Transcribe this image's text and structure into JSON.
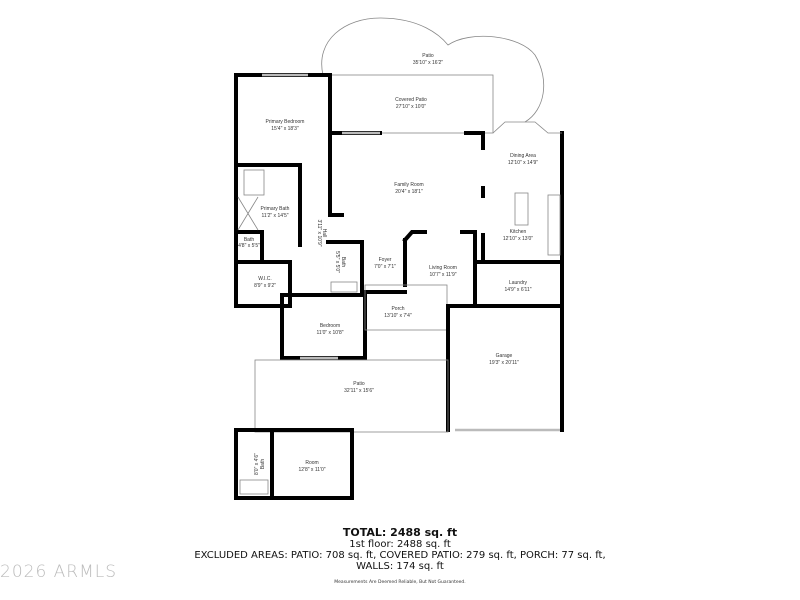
{
  "rooms": {
    "patio_top": {
      "name": "Patio",
      "dims": "35'10\" x 16'2\""
    },
    "covered_patio": {
      "name": "Covered Patio",
      "dims": "27'10\" x 10'0\""
    },
    "primary_bedroom": {
      "name": "Primary Bedroom",
      "dims": "15'4\" x 18'3\""
    },
    "family_room": {
      "name": "Family Room",
      "dims": "20'4\" x 18'1\""
    },
    "dining_area": {
      "name": "Dining Area",
      "dims": "12'10\" x 14'9\""
    },
    "kitchen": {
      "name": "Kitchen",
      "dims": "12'10\" x 13'0\""
    },
    "primary_bath": {
      "name": "Primary Bath",
      "dims": "11'2\" x 14'5\""
    },
    "bath_small": {
      "name": "Bath",
      "dims": "4'8\" x 5'5\""
    },
    "hall": {
      "name": "Hall",
      "dims": "3'11\" x 10'9\""
    },
    "bath_hall": {
      "name": "Bath",
      "dims": "5'5\" x 5'0\""
    },
    "wic": {
      "name": "W.I.C.",
      "dims": "8'9\" x 9'2\""
    },
    "foyer": {
      "name": "Foyer",
      "dims": "7'0\" x 7'1\""
    },
    "living_room": {
      "name": "Living Room",
      "dims": "10'7\" x 11'9\""
    },
    "laundry": {
      "name": "Laundry",
      "dims": "14'9\" x 6'11\""
    },
    "porch": {
      "name": "Porch",
      "dims": "13'10\" x 7'4\""
    },
    "bedroom": {
      "name": "Bedroom",
      "dims": "11'0\" x 10'8\""
    },
    "garage": {
      "name": "Garage",
      "dims": "19'3\" x 20'11\""
    },
    "patio_bottom": {
      "name": "Patio",
      "dims": "32'11\" x 15'6\""
    },
    "room": {
      "name": "Room",
      "dims": "12'8\" x 11'0\""
    },
    "guest_bath": {
      "name": "Bath",
      "dims": "8'0\" x 4'6\""
    }
  },
  "summary": {
    "total": "TOTAL: 2488 sq. ft",
    "floor1": "1st floor: 2488 sq. ft",
    "excluded": "EXCLUDED AREAS: PATIO: 708 sq. ft, COVERED PATIO: 279 sq. ft, PORCH: 77 sq. ft,",
    "walls": "WALLS: 174 sq. ft",
    "disclaimer": "Measurements Are Deemed Reliable, But Not Guaranteed."
  },
  "watermark": "2026 ARMLS"
}
